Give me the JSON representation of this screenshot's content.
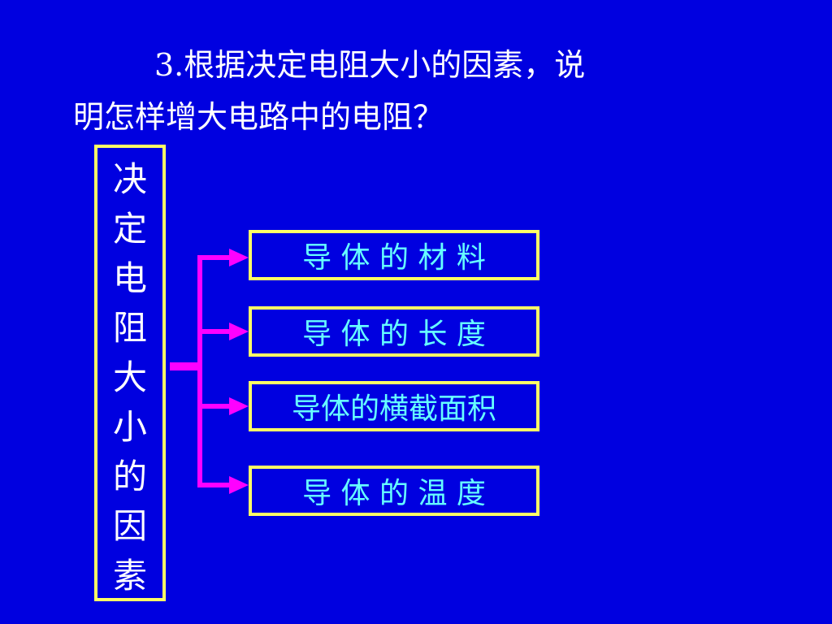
{
  "title": {
    "line1": "3.根据决定电阻大小的因素，说",
    "line2": "明怎样增大电路中的电阻？"
  },
  "factor_box": {
    "chars": [
      "决",
      "定",
      "电",
      "阻",
      "大",
      "小",
      "的",
      "因",
      "素"
    ]
  },
  "items": [
    {
      "label": "导 体 的 材 料"
    },
    {
      "label": "导 体 的 长 度"
    },
    {
      "label": "导体的横截面积"
    },
    {
      "label": "导 体 的 温 度"
    }
  ],
  "colors": {
    "background": "#0000e0",
    "border": "#ffff66",
    "title_text": "#ffffff",
    "item_text": "#66ffff",
    "connector": "#ff00ff"
  }
}
